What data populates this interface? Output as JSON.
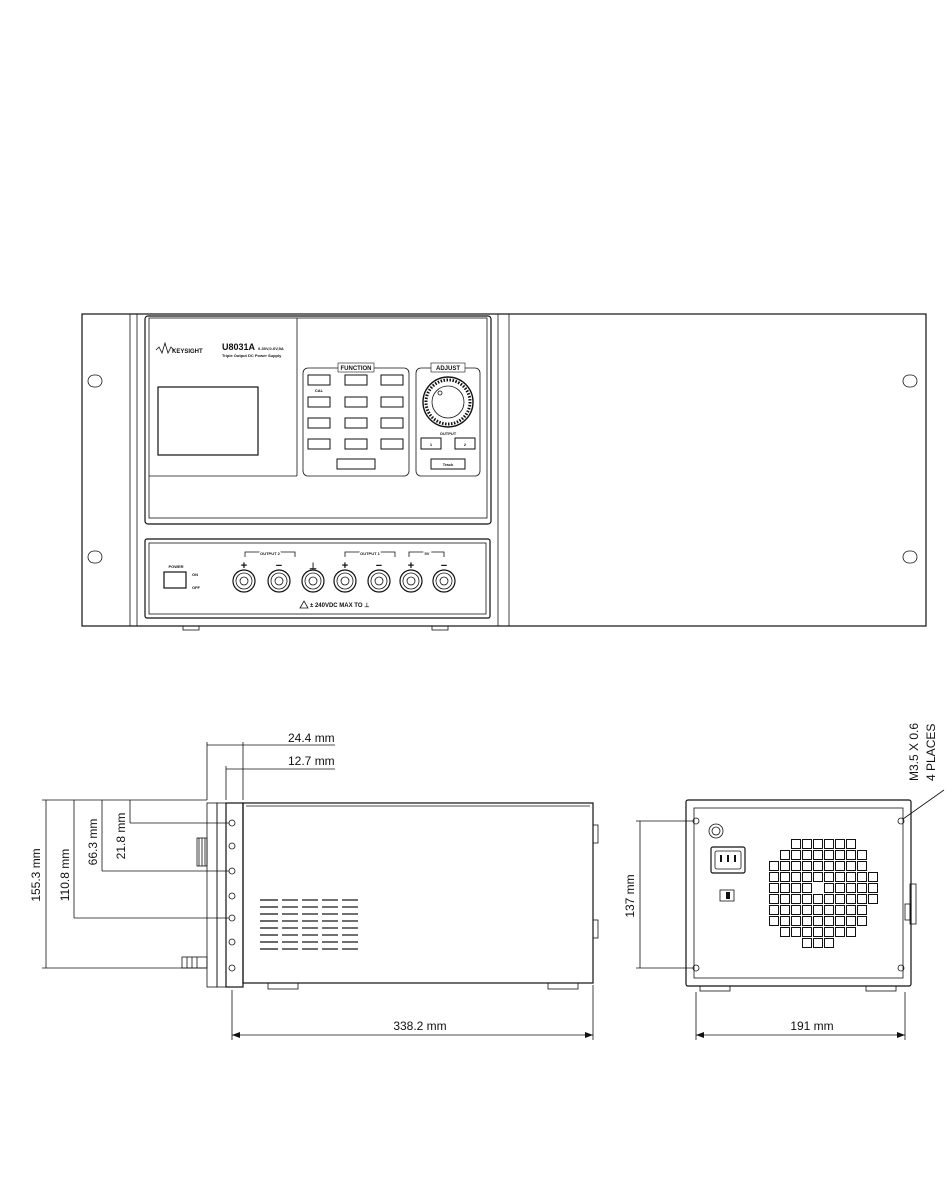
{
  "front_panel": {
    "brand": "KEYSIGHT",
    "model": "U8031A",
    "spec": "0-30V,0-6V,5A",
    "subtitle": "Triple Output DC Power Supply",
    "function_title": "FUNCTION",
    "adjust_title": "ADJUST",
    "cal_label": "CAL",
    "output_label": "OUTPUT",
    "output_buttons": [
      "1",
      "2"
    ],
    "track_label": "Track",
    "power_label": "POWER",
    "on_label": "ON",
    "off_label": "OFF",
    "output_group_labels": [
      "OUTPUT 2",
      "OUTPUT 1",
      "5V"
    ],
    "warning": "± 240VDC MAX TO ⊥"
  },
  "dimensions": {
    "side": {
      "depth": "338.2 mm",
      "handle_depth": "24.4 mm",
      "panel_depth": "12.7 mm",
      "height_total": "155.3 mm",
      "height_2": "110.8 mm",
      "height_3": "66.3 mm",
      "height_4": "21.8 mm"
    },
    "rear": {
      "width": "191 mm",
      "height": "137 mm",
      "screw_note_line1": "M3.5 X 0.6",
      "screw_note_line2": "4 PLACES"
    }
  },
  "colors": {
    "line": "#111111",
    "background": "#ffffff"
  }
}
